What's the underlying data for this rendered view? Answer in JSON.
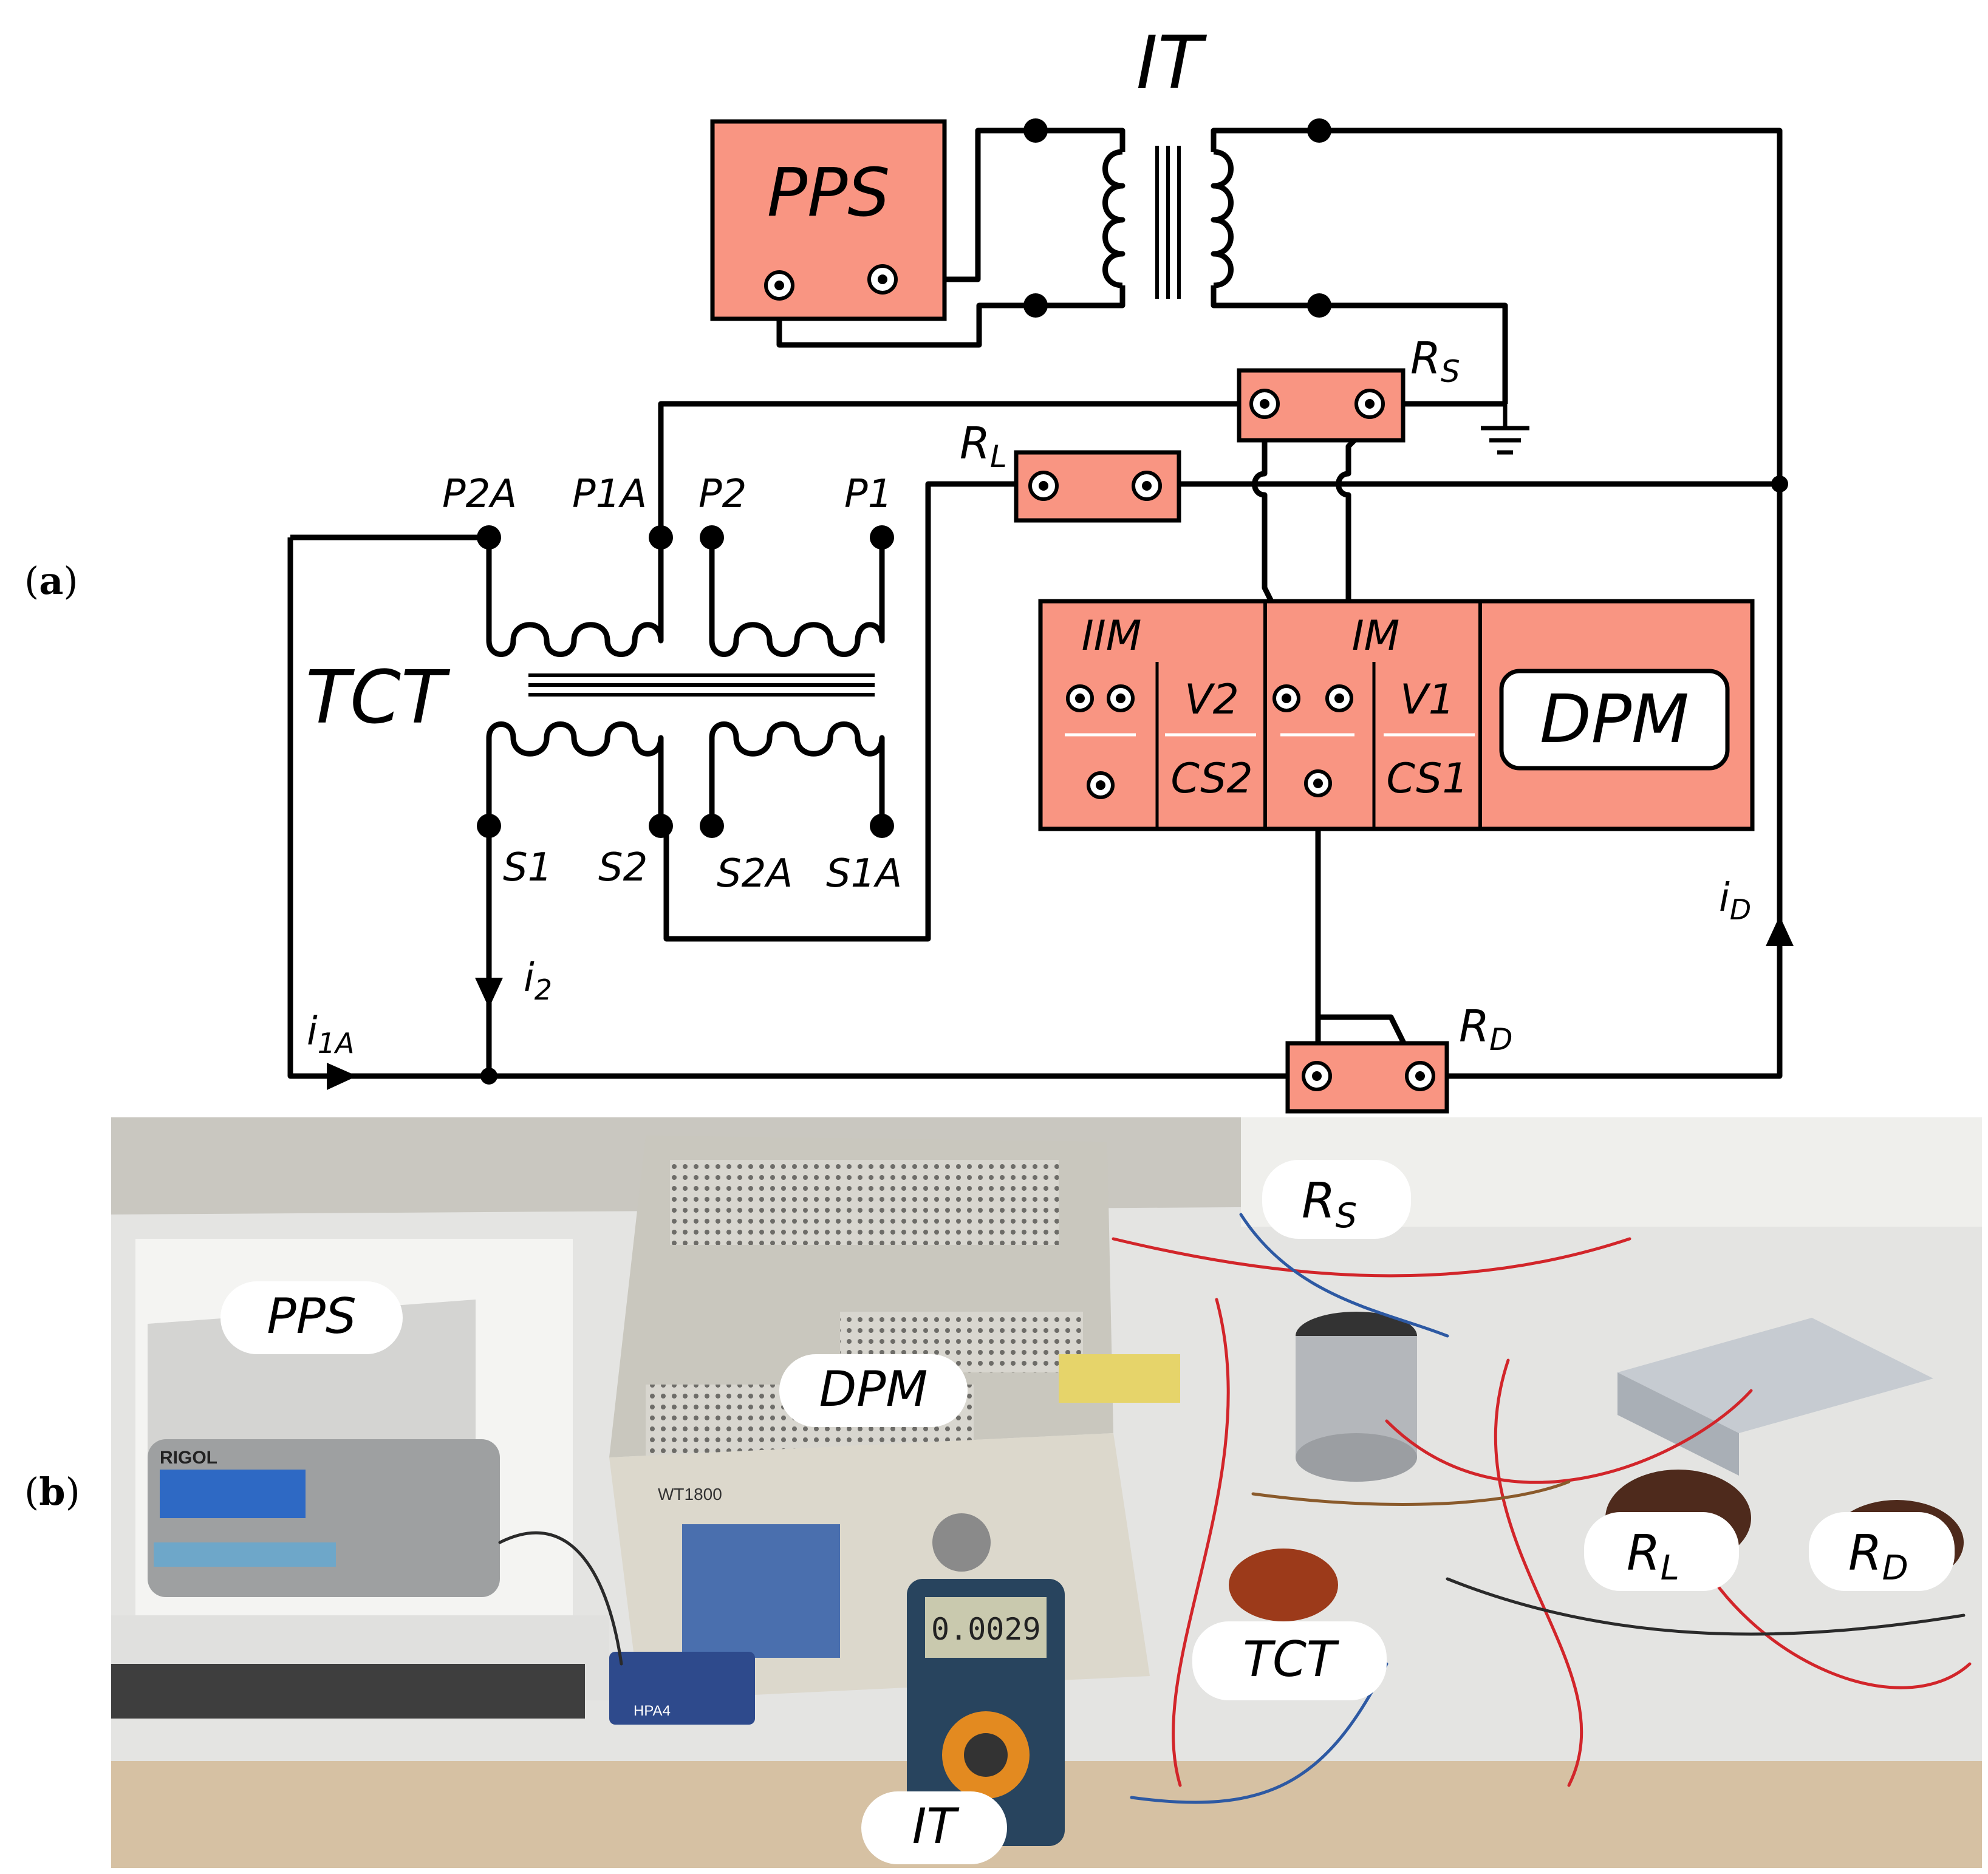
{
  "panel_labels": {
    "a": "a",
    "b": "b"
  },
  "diagram": {
    "it_label": "IT",
    "pps_label": "PPS",
    "tct_label": "TCT",
    "dpm_label": "DPM",
    "rs_label": "R",
    "rs_sub": "S",
    "rl_label": "R",
    "rl_sub": "L",
    "rd_label": "R",
    "rd_sub": "D",
    "terminals": {
      "p2a": "P2A",
      "p1a": "P1A",
      "p2": "P2",
      "p1": "P1",
      "s1": "S1",
      "s2": "S2",
      "s2a": "S2A",
      "s1a": "S1A"
    },
    "dpm_modules": {
      "iim": "IIM",
      "im": "IM",
      "v2": "V2",
      "cs2": "CS2",
      "v1": "V1",
      "cs1": "CS1"
    },
    "currents": {
      "i2": "i",
      "i2_sub": "2",
      "i1a": "i",
      "i1a_sub": "1A",
      "id": "i",
      "id_sub": "D"
    }
  },
  "photo": {
    "callouts": {
      "pps": "PPS",
      "dpm": "DPM",
      "rs": "R",
      "rs_sub": "S",
      "rl": "R",
      "rl_sub": "L",
      "rd": "R",
      "rd_sub": "D",
      "tct": "TCT",
      "it": "IT"
    },
    "multimeter_reading": "0.0029",
    "generator_brand": "RIGOL",
    "analyzer_model": "WT1800",
    "amp_model": "HPA4"
  },
  "colors": {
    "box_fill": "#f99582",
    "line": "#000000"
  }
}
